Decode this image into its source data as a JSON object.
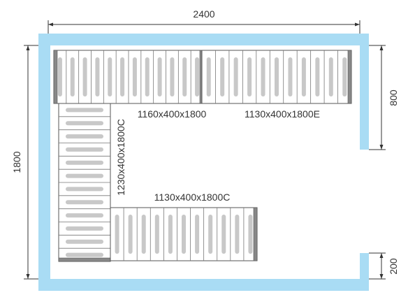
{
  "dimensions": {
    "total_width": "2400",
    "total_height": "1800",
    "right_upper": "800",
    "right_lower": "200"
  },
  "shelves": {
    "top_left": "1160x400x1800",
    "top_right": "1130x400x1800E",
    "left_vertical": "1230x400x1800C",
    "bottom": "1130x400x1800C"
  },
  "colors": {
    "wall": "#a9dcf4",
    "shelf_border": "#555555",
    "slat": "#c8c8c8",
    "end_post": "#888888",
    "dim_line": "#333333"
  }
}
